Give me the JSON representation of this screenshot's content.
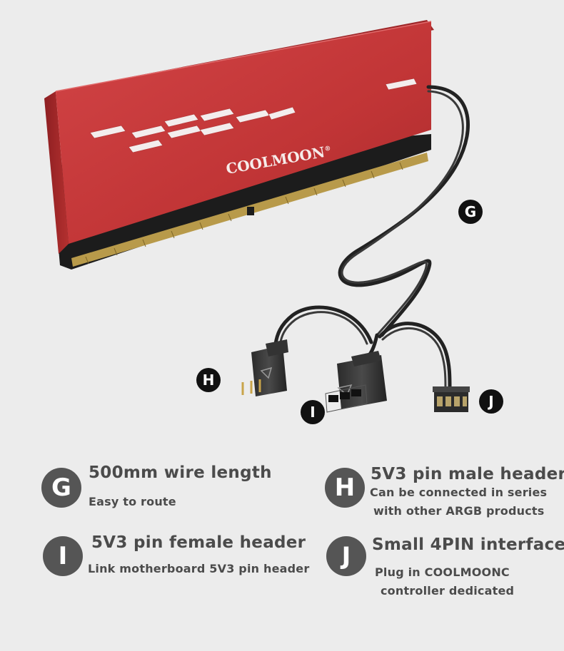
{
  "product": {
    "brand": "COOLMOON",
    "registered_mark": "®"
  },
  "callouts": {
    "wire": "G",
    "male_header": "H",
    "female_header": "I",
    "four_pin": "J"
  },
  "features": [
    {
      "letter": "G",
      "title": "500mm wire length",
      "lines": [
        "Easy to route"
      ]
    },
    {
      "letter": "H",
      "title": "5V3 pin male header",
      "lines": [
        "Can be connected in series",
        "with other ARGB products"
      ]
    },
    {
      "letter": "I",
      "title": "5V3 pin female header",
      "lines": [
        "Link motherboard 5V3 pin header"
      ]
    },
    {
      "letter": "J",
      "title": "Small 4PIN interface",
      "lines": [
        "Plug in COOLMOONC",
        "controller dedicated"
      ]
    }
  ],
  "colors": {
    "background": "#ececec",
    "heatsink_red": "#c6393b",
    "text_gray": "#4b4b4b",
    "badge_gray": "#555555",
    "callout_black": "#111111",
    "cable": "#2a2a2a"
  }
}
